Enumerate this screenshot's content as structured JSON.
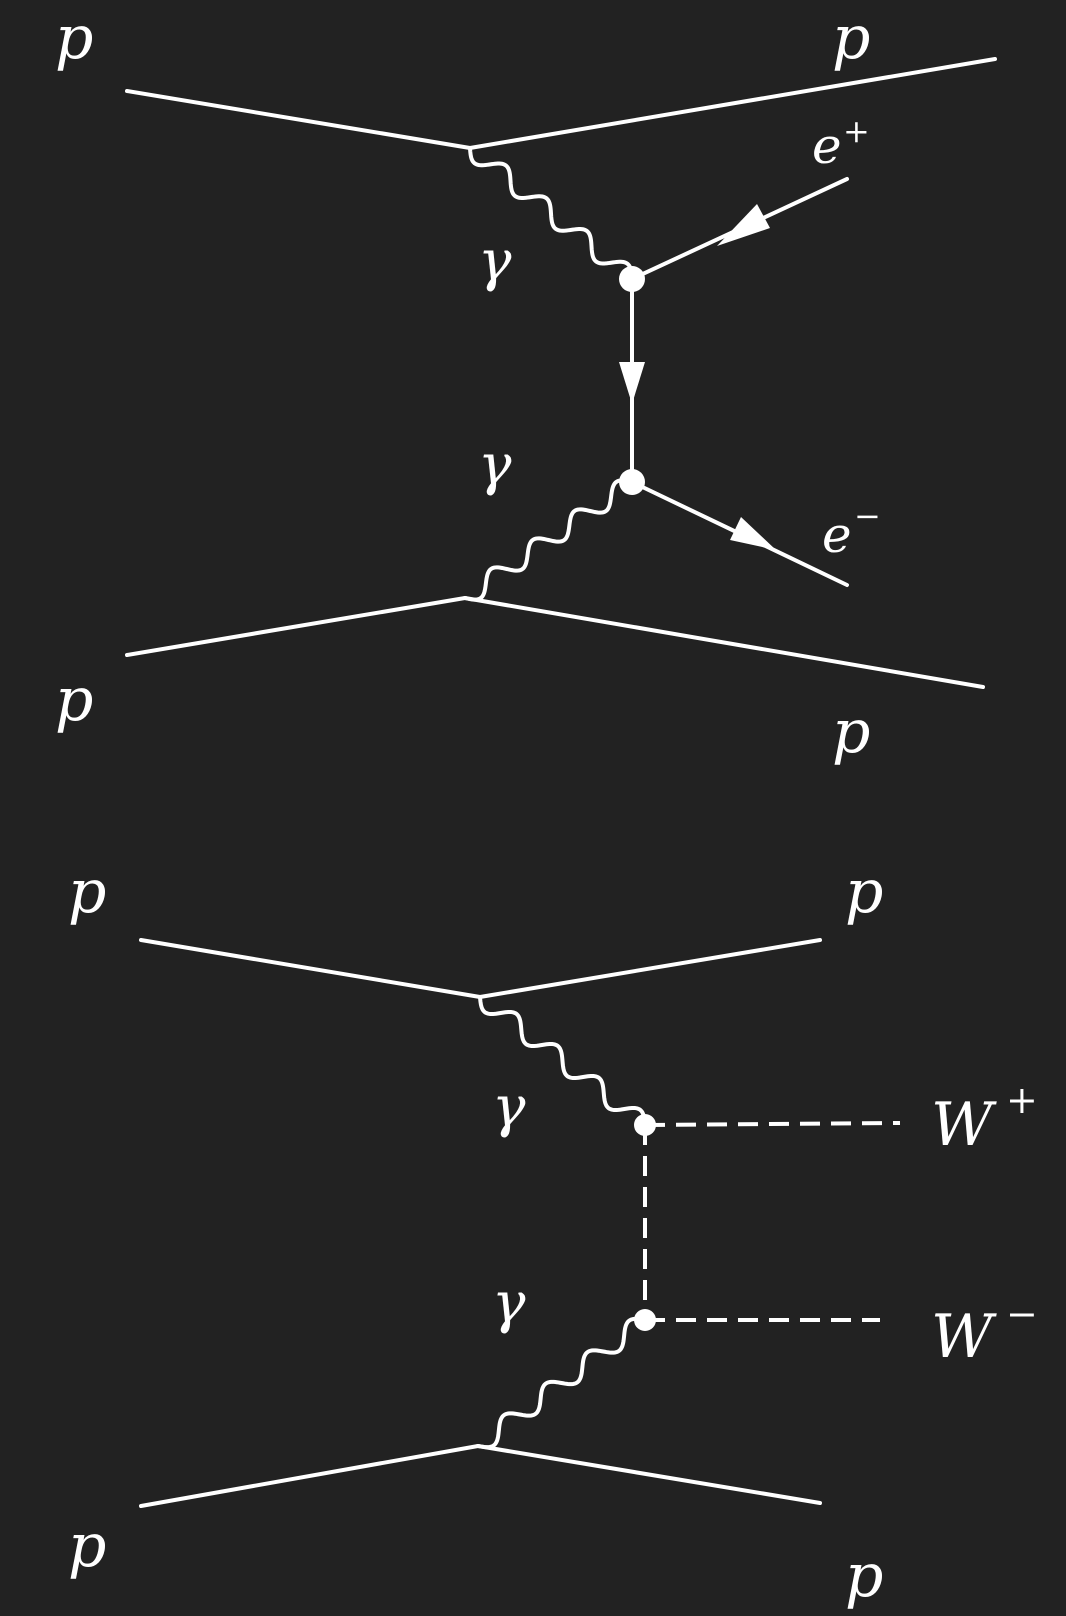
{
  "diagram_top": {
    "labels": {
      "p_in_top": "p",
      "p_out_top": "p",
      "p_in_bottom": "p",
      "p_out_bottom": "p",
      "gamma_upper": "γ",
      "gamma_lower": "γ",
      "positron": "e",
      "positron_charge": "+",
      "electron": "e",
      "electron_charge": "−"
    }
  },
  "diagram_bottom": {
    "labels": {
      "p_in_top": "p",
      "p_out_top": "p",
      "p_in_bottom": "p",
      "p_out_bottom": "p",
      "gamma_upper": "γ",
      "gamma_lower": "γ",
      "w_plus": "W",
      "w_plus_charge": "+",
      "w_minus": "W",
      "w_minus_charge": "−"
    }
  },
  "colors": {
    "background": "#222222",
    "foreground": "#ffffff"
  }
}
